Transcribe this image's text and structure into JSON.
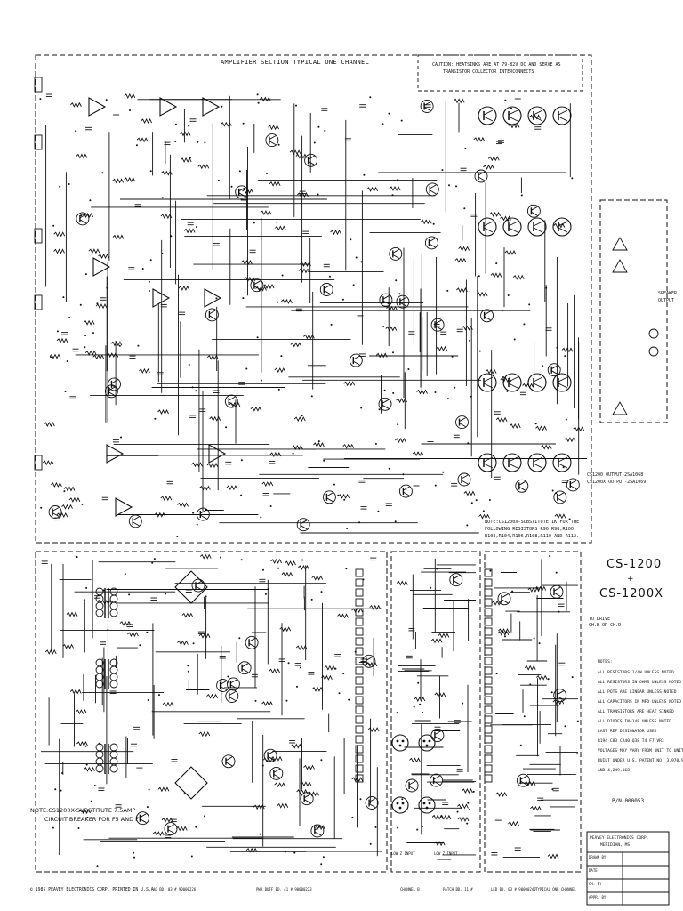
{
  "header": {
    "title": "AMPLIFIER SECTION TYPICAL ONE CHANNEL",
    "caution": [
      "CAUTION: HEATSINKS ARE AT 79-82V DC AND SERVE AS",
      "TRANSISTOR COLLECTOR INTERCONNECTS"
    ]
  },
  "outputs": {
    "speaker_label": [
      "SPEAKER",
      "OUTPUT"
    ],
    "output_note": [
      "CS1200 OUTPUT-2SA1068",
      "CS1200X OUTPUT-2SA1069"
    ]
  },
  "note_1": [
    "NOTE:CS1200X-SUBSTITUTE 1K FOR THE",
    "FOLLOWING RESISTORS R96,R98,R100,",
    "R102,R104,R106,R108,R110 AND R112."
  ],
  "note_2": [
    "NOTE:CS1200X-SUBSTITUTE 7.5AMP",
    "CIRCUIT BREAKER FOR F5 AND F7."
  ],
  "model": {
    "line1": "CS-1200",
    "plus": "+",
    "line2": "CS-1200X"
  },
  "to_drive": [
    "TO DRIVE",
    "CH.B OR CH.D"
  ],
  "notes": {
    "heading": "NOTES:",
    "lines": [
      "ALL RESISTORS 1/4W UNLESS NOTED",
      "ALL RESISTORS IN OHMS UNLESS NOTED",
      "ALL POTS ARE LINEAR UNLESS NOTED",
      "ALL CAPACITORS IN MFD UNLESS NOTED",
      "ALL TRANSISTORS ARE HEAT SINKED",
      "ALL DIODES IN4148 UNLESS NOTED",
      "LAST REF DESIGNATOR USED",
      "R194 C83 CR40 Q38 T4 F7 VR3",
      "VOLTAGES MAY VARY FROM UNIT TO UNIT",
      "BUILT UNDER U.S. PATENT NO. 3,970,953",
      "AND 4,249,168"
    ]
  },
  "part_number": "P/N 000053",
  "title_block": {
    "company": "PEAVEY ELECTRONICS CORP.",
    "city": "MERIDIAN, MS.",
    "rows": [
      "DRAWN BY",
      "DATE",
      "CH. BY",
      "APPR. BY"
    ]
  },
  "footer": {
    "copyright": "© 1985 PEAVEY ELECTRONICS CORP.   PRINTED IN U.S.A.",
    "labels": [
      "AC BD. 03 # 90000226",
      "PWR BUFF BD. 41 # 90000223",
      "CHANNEL B",
      "PATCH BD. 11 #",
      "LED BD. 03 # 90000240",
      "TYPICAL ONE CHANNEL"
    ]
  },
  "jacks": [
    "LOW Z INPUT",
    "LOW Z INPUT"
  ]
}
